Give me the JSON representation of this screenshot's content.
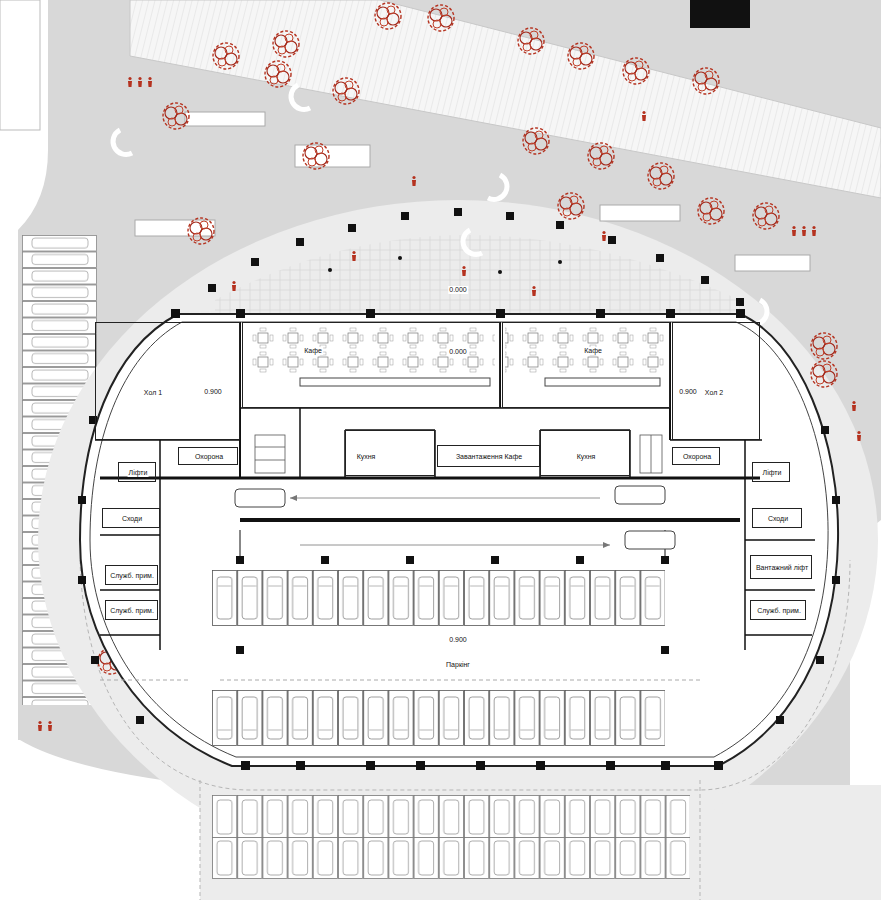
{
  "diagram": {
    "nodes": [
      {
        "text": [
          "Хол 1"
        ]
      },
      {
        "text": [
          "Кафе"
        ]
      },
      {
        "text": [
          "Кафе"
        ]
      },
      {
        "text": [
          "Хол 2"
        ]
      },
      {
        "text": [
          "Охорона"
        ]
      },
      {
        "text": [
          "Кухня"
        ]
      },
      {
        "text": [
          "Завантаження Кафе"
        ]
      },
      {
        "text": [
          "Кухня"
        ]
      },
      {
        "text": [
          "Охорона"
        ]
      },
      {
        "text": [
          "Ліфти"
        ]
      },
      {
        "text": [
          "Ліфти"
        ]
      },
      {
        "text": [
          "Сходи"
        ]
      },
      {
        "text": [
          "Сходи"
        ]
      },
      {
        "text": [
          "Служб. прим."
        ]
      },
      {
        "text": [
          "Служб. прим."
        ]
      },
      {
        "text": [
          "Вантажний ліфт"
        ]
      },
      {
        "text": [
          "Служб. прим."
        ]
      }
    ],
    "labels": [
      "0.000",
      "0.000",
      "0.900",
      "0.900",
      "0.900",
      "Паркінг"
    ]
  }
}
